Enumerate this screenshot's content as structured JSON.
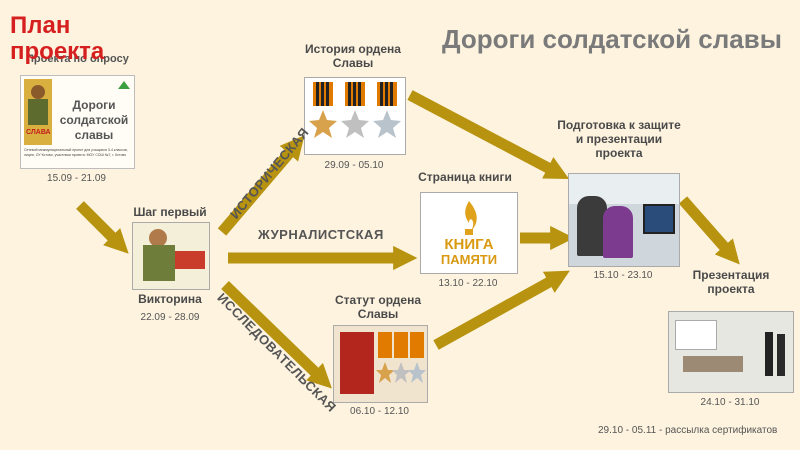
{
  "header": {
    "plan_title": "План проекта",
    "main_title": "Дороги солдатской славы",
    "overlap_text": "Проекта по опросу"
  },
  "cover": {
    "title": "Дороги солдатской славы",
    "caption": "Сетевой межмуниципальный проект для учащихся 3-4 классов, лицея, ОУ Кстово, участники проекта: МОУ СОШ №7, г. Кстово",
    "poster_text": "СЛАВА",
    "dates": "15.09 - 21.09"
  },
  "step_first": {
    "label": "Шаг первый",
    "sublabel": "Викторина",
    "dates": "22.09 - 28.09"
  },
  "history": {
    "label": "История ордена Славы",
    "dates": "29.09 - 05.10"
  },
  "book": {
    "label": "Страница книги",
    "logo_line1": "КНИГА",
    "logo_line2": "ПАМЯТИ",
    "dates": "13.10 - 22.10"
  },
  "statute": {
    "label": "Статут ордена Славы",
    "dates": "06.10 - 12.10"
  },
  "prep": {
    "label": "Подготовка к защите и презентации проекта",
    "dates": "15.10 - 23.10"
  },
  "presentation": {
    "label": "Презентация проекта",
    "dates": "24.10 - 31.10"
  },
  "roads": {
    "historical": "ИСТОРИЧЕСКАЯ",
    "journalistic": "ЖУРНАЛИСТСКАЯ",
    "research": "ИССЛЕДОВАТЕЛЬСКАЯ"
  },
  "footer": {
    "note": "29.10 - 05.11 - рассылка сертификатов"
  },
  "colors": {
    "arrow": "#b8930f",
    "plan_title": "#d62020",
    "background": "#fdf3df"
  }
}
